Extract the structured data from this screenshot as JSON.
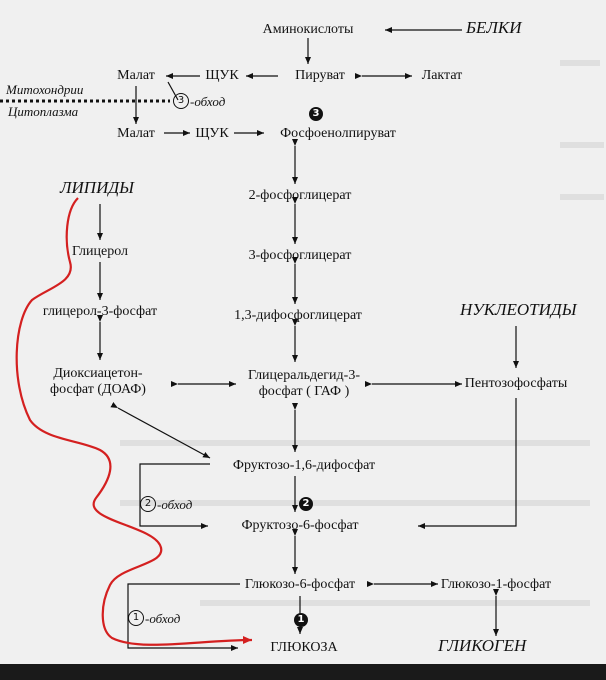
{
  "nodes": {
    "aminoacids": "Аминокислоты",
    "proteins": "БЕЛКИ",
    "malate_top": "Малат",
    "shchuk_top": "ЩУК",
    "pyruvate": "Пируват",
    "lactate": "Лактат",
    "mitochondria": "Митохондрии",
    "cytoplasm": "Цитоплазма",
    "bypass3": "-обход",
    "malate_bottom": "Малат",
    "shchuk_bottom": "ЩУК",
    "pep": "Фосфоенолпируват",
    "lipids": "ЛИПИДЫ",
    "pg2": "2-фосфоглицерат",
    "glycerol": "Глицерол",
    "pg3": "3-фосфоглицерат",
    "glycerol3p": "глицерол-3-фосфат",
    "bpg13": "1,3-дифосфоглицерат",
    "nucleotides": "НУКЛЕОТИДЫ",
    "dhap": "Диоксиацетон-\nфосфат (ДОАФ)",
    "gap": "Глицеральдегид-3-\nфосфат ( ГАФ )",
    "pentose": "Пентозофосфаты",
    "f16bp": "Фруктозо-1,6-дифосфат",
    "bypass2": "-обход",
    "f6p": "Фруктозо-6-фосфат",
    "g6p": "Глюкозо-6-фосфат",
    "g1p": "Глюкозо-1-фосфат",
    "bypass1": "-обход",
    "glucose": "ГЛЮКОЗА",
    "glycogen": "ГЛИКОГЕН"
  },
  "markers": {
    "circle3": "3",
    "circle2": "2",
    "circle1": "1",
    "open3": "3",
    "open2": "2",
    "open1": "1"
  },
  "colors": {
    "red_path": "#d42020",
    "text": "#111111"
  }
}
